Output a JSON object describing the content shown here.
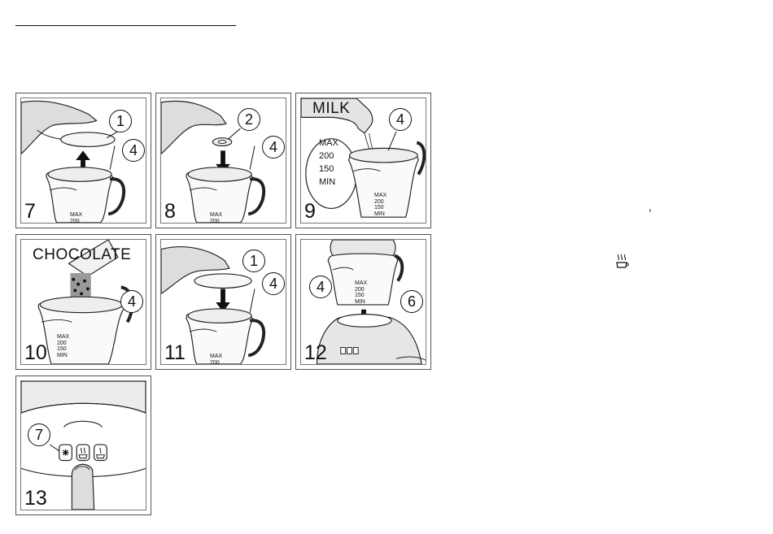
{
  "panels": {
    "p7": {
      "step": "7",
      "callouts": [
        "1",
        "4"
      ],
      "scale": [
        "MAX",
        "200"
      ]
    },
    "p8": {
      "step": "8",
      "callouts": [
        "2",
        "4"
      ],
      "scale": [
        "MAX",
        "200"
      ]
    },
    "p9": {
      "step": "9",
      "label": "MILK",
      "callouts": [
        "4"
      ],
      "big_scale": [
        "MAX",
        "200",
        "150",
        "MIN"
      ],
      "scale": [
        "MAX",
        "200",
        "150",
        "MIN"
      ]
    },
    "p10": {
      "step": "10",
      "label": "CHOCOLATE",
      "callouts": [
        "4"
      ],
      "scale": [
        "MAX",
        "200",
        "150",
        "MIN"
      ]
    },
    "p11": {
      "step": "11",
      "callouts": [
        "1",
        "4"
      ],
      "scale": [
        "MAX",
        "200"
      ]
    },
    "p12": {
      "step": "12",
      "callouts": [
        "4",
        "6"
      ],
      "scale": [
        "MAX",
        "200",
        "150",
        "MIN"
      ]
    },
    "p13": {
      "step": "13",
      "callouts": [
        "7"
      ]
    }
  },
  "stray_mark": ",",
  "icons": {
    "hot_drink": "hot-drink-icon",
    "snowflake": "snowflake-icon",
    "steam_cup": "steam-cup-icon"
  }
}
